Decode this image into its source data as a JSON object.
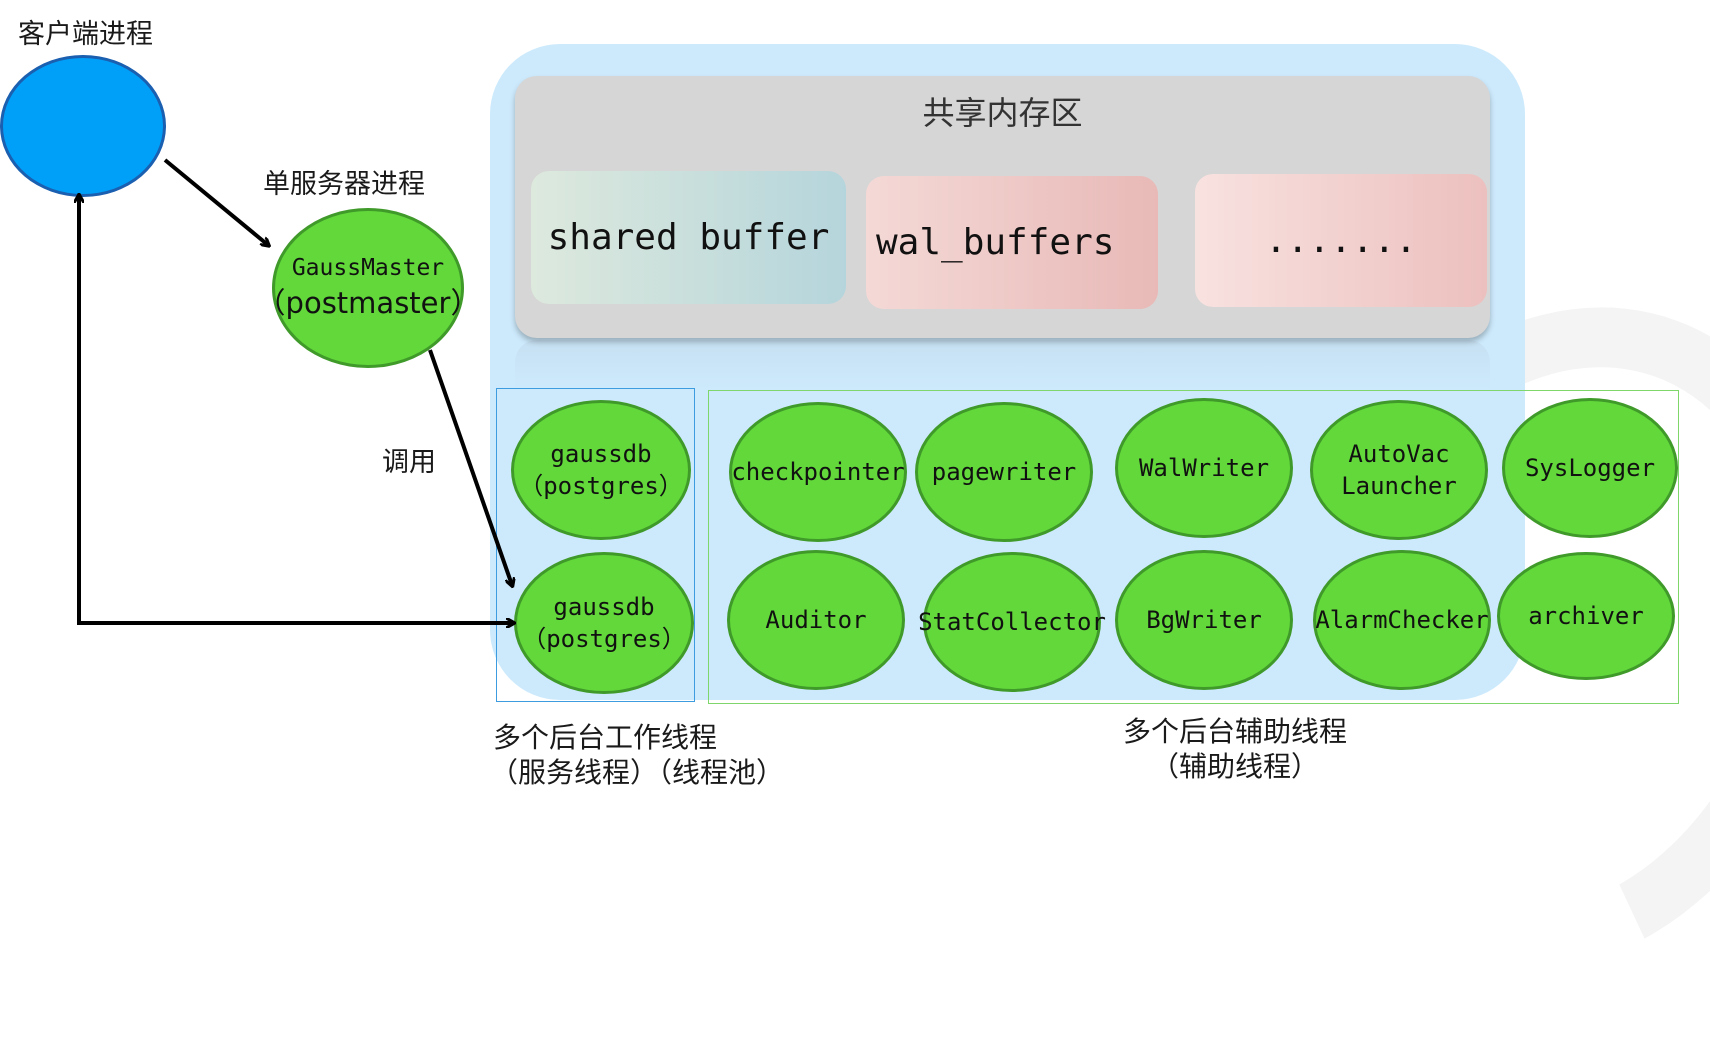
{
  "labels": {
    "client_process": "客户端进程",
    "single_server_process": "单服务器进程",
    "invoke": "调用"
  },
  "shared_memory": {
    "title": "共享内存区",
    "buffers": [
      "shared buffer",
      "wal_buffers",
      "......."
    ]
  },
  "master": {
    "line1": "GaussMaster",
    "line2": "（postmaster）"
  },
  "workers": [
    {
      "line1": "gaussdb",
      "line2": "（postgres）"
    },
    {
      "line1": "gaussdb",
      "line2": "（postgres）"
    }
  ],
  "auxiliary": [
    {
      "line1": "checkpointer"
    },
    {
      "line1": "pagewriter"
    },
    {
      "line1": "WalWriter"
    },
    {
      "line1": "AutoVac",
      "line2": "Launcher"
    },
    {
      "line1": "SysLogger"
    },
    {
      "line1": "Auditor"
    },
    {
      "line1": "StatCollector"
    },
    {
      "line1": "BgWriter"
    },
    {
      "line1": "AlarmChecker"
    },
    {
      "line1": "archiver"
    }
  ],
  "captions": {
    "workers_line1": "多个后台工作线程",
    "workers_line2": "（服务线程）（线程池）",
    "aux_line1": "多个后台辅助线程",
    "aux_line2": "（辅助线程）"
  },
  "colors": {
    "node_fill": "#62d83a",
    "node_border": "#3f9a2a",
    "client_fill": "#00a0f8",
    "panel_bg": "#cdeafc",
    "shared_bg": "#d6d6d6"
  }
}
